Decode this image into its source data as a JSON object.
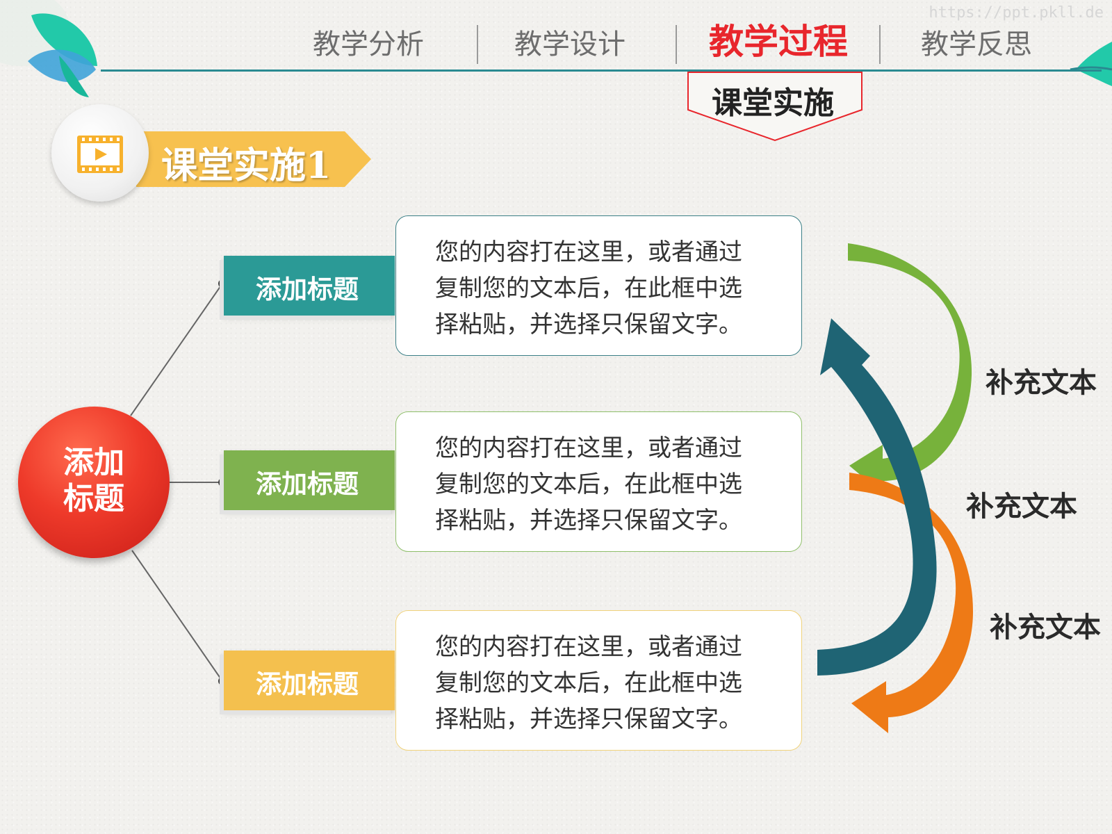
{
  "watermark": "https://ppt.pkll.de",
  "nav": {
    "items": [
      {
        "label": "教学分析",
        "active": false
      },
      {
        "label": "教学设计",
        "active": false
      },
      {
        "label": "教学过程",
        "active": true
      },
      {
        "label": "教学反思",
        "active": false
      }
    ],
    "sub_tab": "课堂实施"
  },
  "section": {
    "title": "课堂实施1",
    "icon": "video-play-icon"
  },
  "hub": {
    "label_line1": "添加",
    "label_line2": "标题"
  },
  "branches": [
    {
      "tag": "添加标题",
      "color": "#2b9a96",
      "text_line1": "您的内容打在这里，或者通过",
      "text_line2": "复制您的文本后，在此框中选",
      "text_line3": "择粘贴，并选择只保留文字。",
      "border": "#3a7f86"
    },
    {
      "tag": "添加标题",
      "color": "#7fb24f",
      "text_line1": "您的内容打在这里，或者通过",
      "text_line2": "复制您的文本后，在此框中选",
      "text_line3": "择粘贴，并选择只保留文字。",
      "border": "#8fbf6a"
    },
    {
      "tag": "添加标题",
      "color": "#f4c04e",
      "text_line1": "您的内容打在这里，或者通过",
      "text_line2": "复制您的文本后，在此框中选",
      "text_line3": "择粘贴，并选择只保留文字。",
      "border": "#f0d27a"
    }
  ],
  "side_labels": [
    "补充文本",
    "补充文本",
    "补充文本"
  ],
  "colors": {
    "accent_red": "#e8262c",
    "nav_line": "#2a8a91",
    "banner": "#f7c14f",
    "arrow_green": "#77b23b",
    "arrow_teal": "#1f6474",
    "arrow_orange": "#ee7a16",
    "leaf_teal": "#22c9a9"
  }
}
